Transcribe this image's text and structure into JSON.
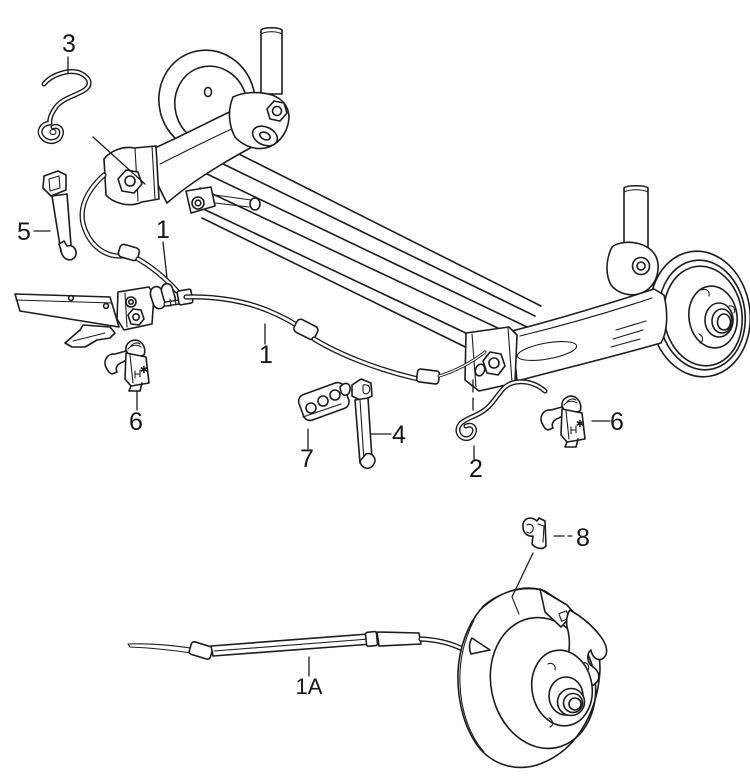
{
  "figure": {
    "background": "#ffffff",
    "line_color": "#1c1c1c"
  },
  "callouts": {
    "c3": "3",
    "c5": "5",
    "c1_upper": "1",
    "c1_lower": "1",
    "c6_left": "6",
    "c7": "7",
    "c4": "4",
    "c2": "2",
    "c6_right": "6",
    "c8": "8",
    "c1a": "1A"
  },
  "markings": {
    "star": "✱"
  }
}
